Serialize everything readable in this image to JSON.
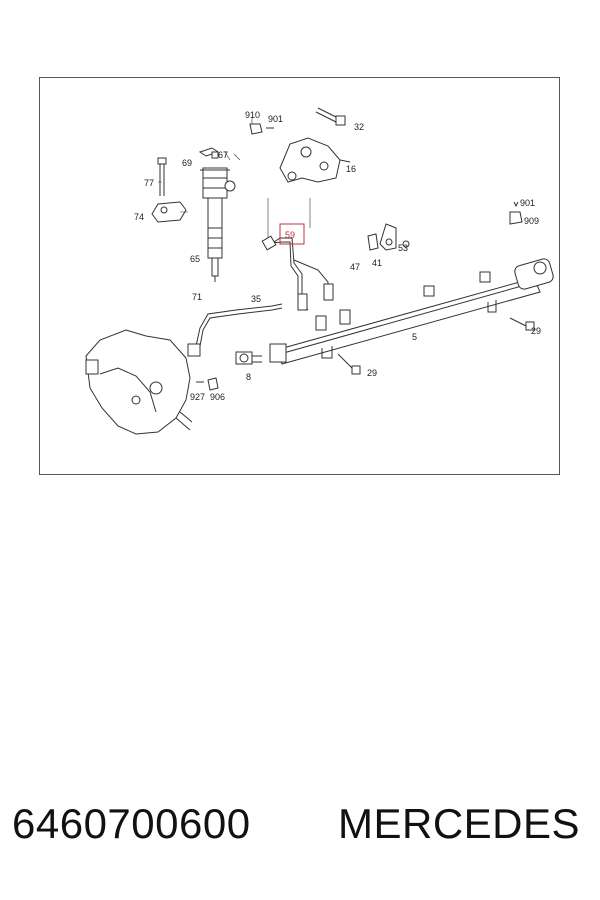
{
  "diagram": {
    "highlight_color": "#c0303a",
    "callouts": {
      "c910": "910",
      "c901a": "901",
      "c32": "32",
      "c69": "69",
      "c67": "67",
      "c16": "16",
      "c77": "77",
      "c74": "74",
      "c59": "59",
      "c901b": "901",
      "c909": "909",
      "c53": "53",
      "c47": "47",
      "c41": "41",
      "c65": "65",
      "c71": "71",
      "c35": "35",
      "c5": "5",
      "c29a": "29",
      "c29b": "29",
      "c8": "8",
      "c927": "927",
      "c906": "906"
    }
  },
  "footer": {
    "part_number": "6460700600",
    "brand": "MERCEDES"
  }
}
